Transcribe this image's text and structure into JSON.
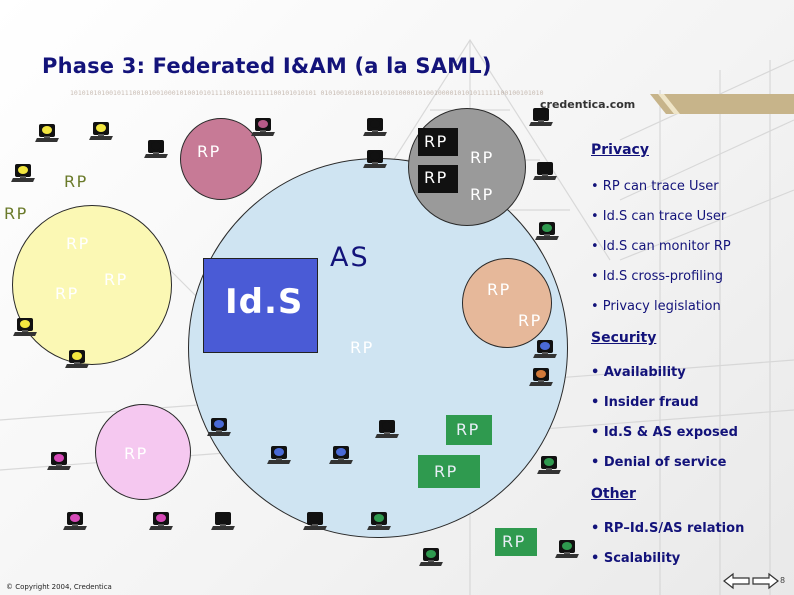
{
  "slide": {
    "title": "Phase 3: Federated I&AM (a la SAML)",
    "binary_strip": "101010101001011100101001000101001010111100101011111100101010101 010100101001010101010000101001000010101011111100100101010",
    "brand": "credentica.com",
    "copyright": "© Copyright 2004, Credentica",
    "page_number": "8"
  },
  "diagram": {
    "central_box": "Id.S",
    "as_label": "AS",
    "rp_label": "RP",
    "colors": {
      "large_circle": "#cfe4f2",
      "yellow_circle": "#fbf8b4",
      "pink_circle": "#c77a96",
      "gray_circle": "#9a9a9a",
      "orange_circle": "#e6b89a",
      "lilac_circle": "#f5c8f0",
      "green_box": "#2f9a4f",
      "blue_box": "#4a5bd6",
      "black_box": "#111111"
    }
  },
  "privacy": {
    "heading": "Privacy",
    "items": [
      "• RP can trace User",
      "• Id.S can trace User",
      "• Id.S can monitor RP",
      "• Id.S cross-profiling",
      "• Privacy legislation"
    ]
  },
  "security": {
    "heading": "Security",
    "items": [
      "• Availability",
      "• Insider fraud",
      "• Id.S & AS exposed",
      "• Denial of service"
    ]
  },
  "other": {
    "heading": "Other",
    "items": [
      "• RP–Id.S/AS relation",
      "• Scalability"
    ]
  },
  "icons": {
    "terminal": "computer-terminal-icon",
    "nav_back": "back-arrow-icon",
    "nav_forward": "forward-arrow-icon"
  }
}
